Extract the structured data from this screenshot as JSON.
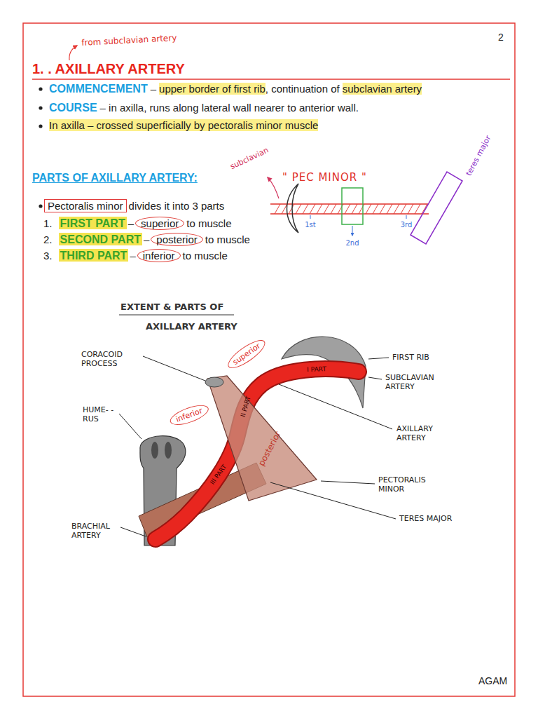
{
  "diagram": {
    "title": "1. . AXILLARY ARTERY",
    "nodes": [
      {
        "text": [
          "Pectoralis minor"
        ]
      },
      {
        "text": [
          "superior"
        ]
      },
      {
        "text": [
          "posterior"
        ]
      },
      {
        "text": [
          "inferior"
        ]
      },
      {
        "text": [
          "superior"
        ]
      },
      {
        "text": [
          "inferior"
        ]
      }
    ],
    "labels": [
      "2",
      "from subclavian artery",
      "COMMENCEMENT",
      "–",
      "upper border of first rib",
      ", continuation of",
      "subclavian artery",
      "COURSE",
      "– in axilla, runs along lateral wall nearer to anterior wall.",
      "In axilla – crossed superficially by pectoralis minor muscle",
      "PARTS OF AXILLARY ARTERY:",
      "divides it into 3 parts",
      "1.",
      "FIRST PART",
      "–",
      "to muscle",
      "2.",
      "SECOND PART",
      "–",
      "to muscle",
      "3.",
      "THIRD PART",
      "–",
      "to muscle",
      "subclavian",
      "\" PEC MINOR \"",
      "teres major",
      "1st",
      "2nd",
      "3rd",
      "EXTENT & PARTS OF",
      "AXILLARY ARTERY",
      "CORACOID PROCESS",
      "HUME- -RUS",
      "BRACHIAL ARTERY",
      "FIRST RIB",
      "SUBCLAVIAN ARTERY",
      "AXILLARY ARTERY",
      "PECTORALIS MINOR",
      "TERES MAJOR",
      "I PART",
      "II PART",
      "III PART",
      "posterior",
      "AGAM"
    ]
  }
}
